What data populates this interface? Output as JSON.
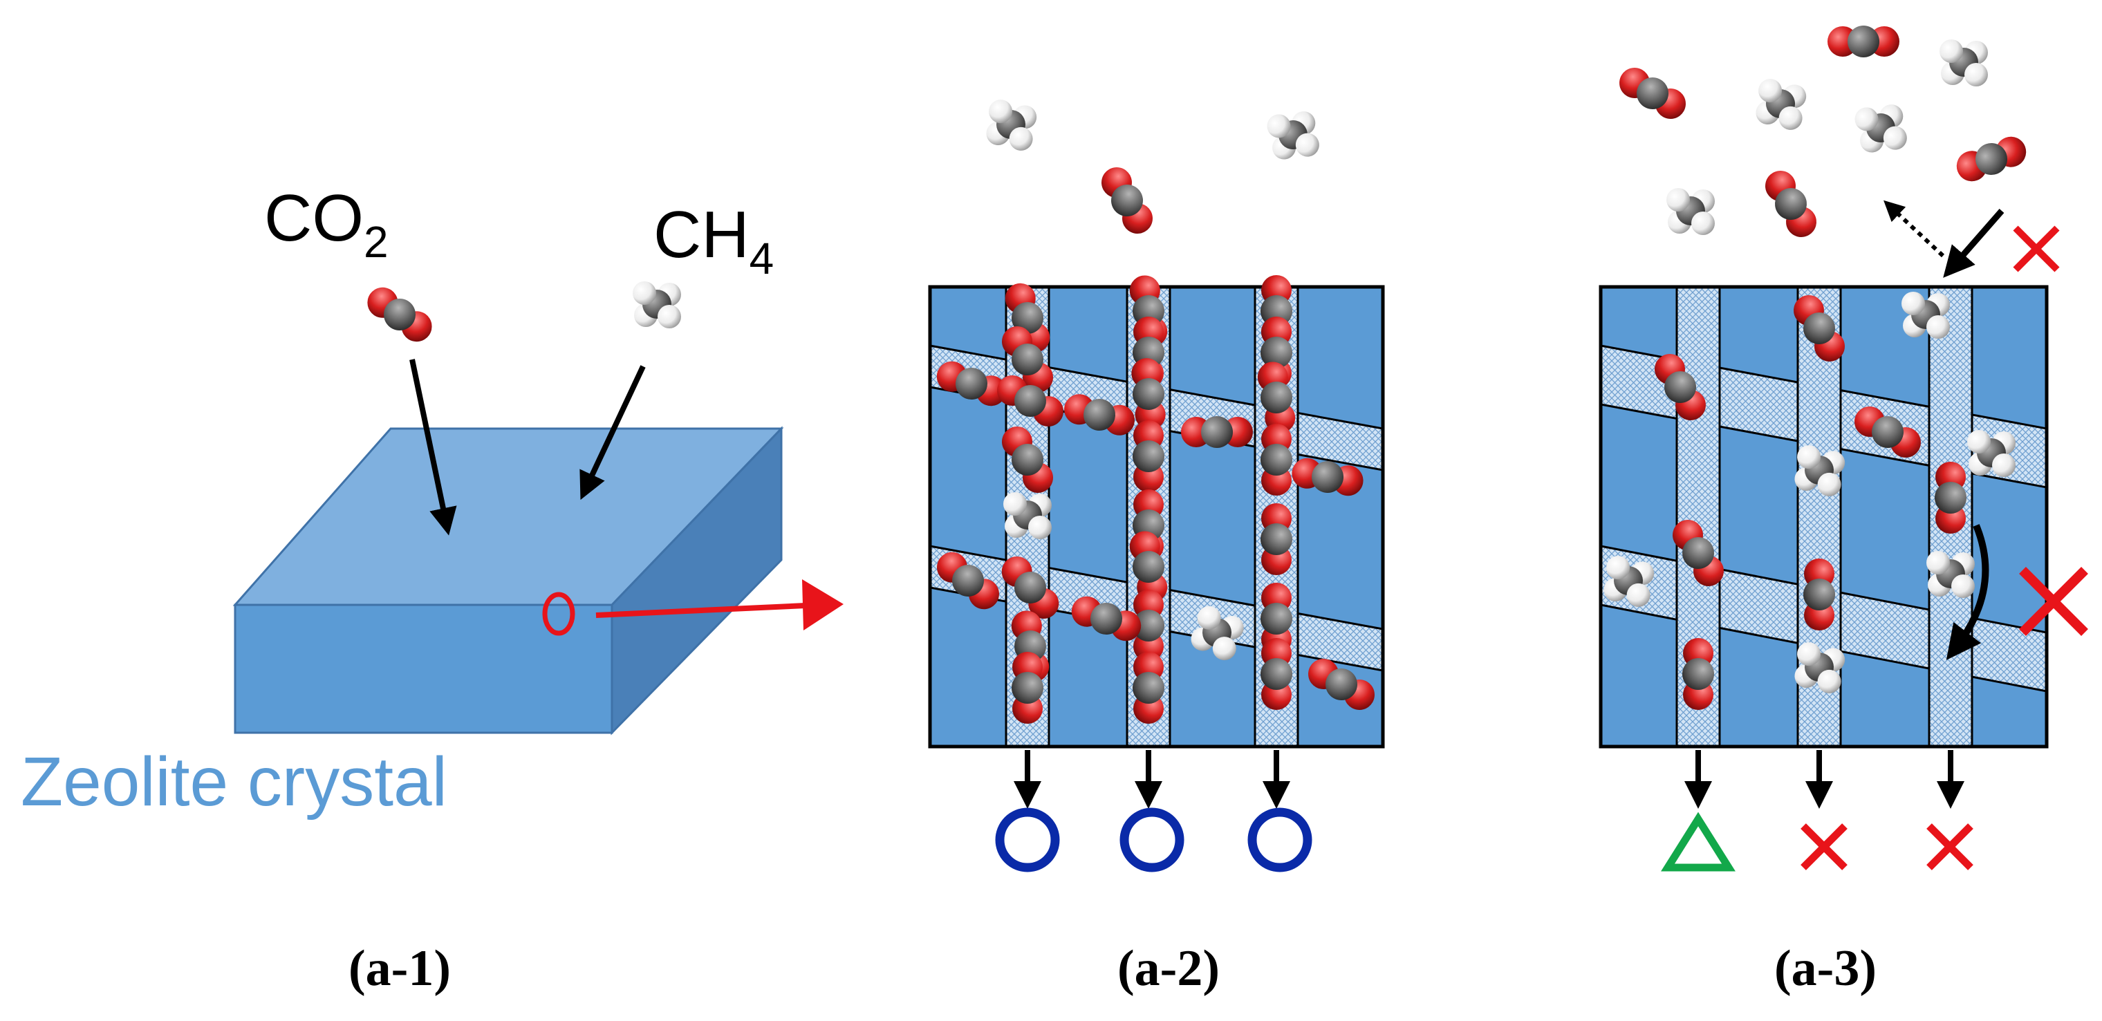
{
  "labels": {
    "co2_main": "CO",
    "co2_sub": "2",
    "ch4_main": "CH",
    "ch4_sub": "4",
    "zeolite": "Zeolite crystal"
  },
  "panels": [
    {
      "id": "a-1",
      "caption": "(a-1)"
    },
    {
      "id": "a-2",
      "caption": "(a-2)"
    },
    {
      "id": "a-3",
      "caption": "(a-3)"
    }
  ],
  "colors": {
    "zeolite_blue": "#5b9bd5",
    "zeolite_top": "#7fb0df",
    "zeolite_side": "#4a80b8",
    "pore_fill": "#c6dcf2",
    "oxygen": "#d81f1f",
    "carbon": "#6b6b6b",
    "hydrogen": "#f2f2f2",
    "accent_red": "#e8141a",
    "circle_blue": "#0a2aa8",
    "triangle_green": "#12a84a",
    "text_blue": "#5b9bd5",
    "text_black": "#000000"
  },
  "outcomes": {
    "a2": [
      "pass-circle",
      "pass-circle",
      "pass-circle"
    ],
    "a3": [
      "partial-triangle",
      "blocked-cross",
      "blocked-cross"
    ]
  }
}
